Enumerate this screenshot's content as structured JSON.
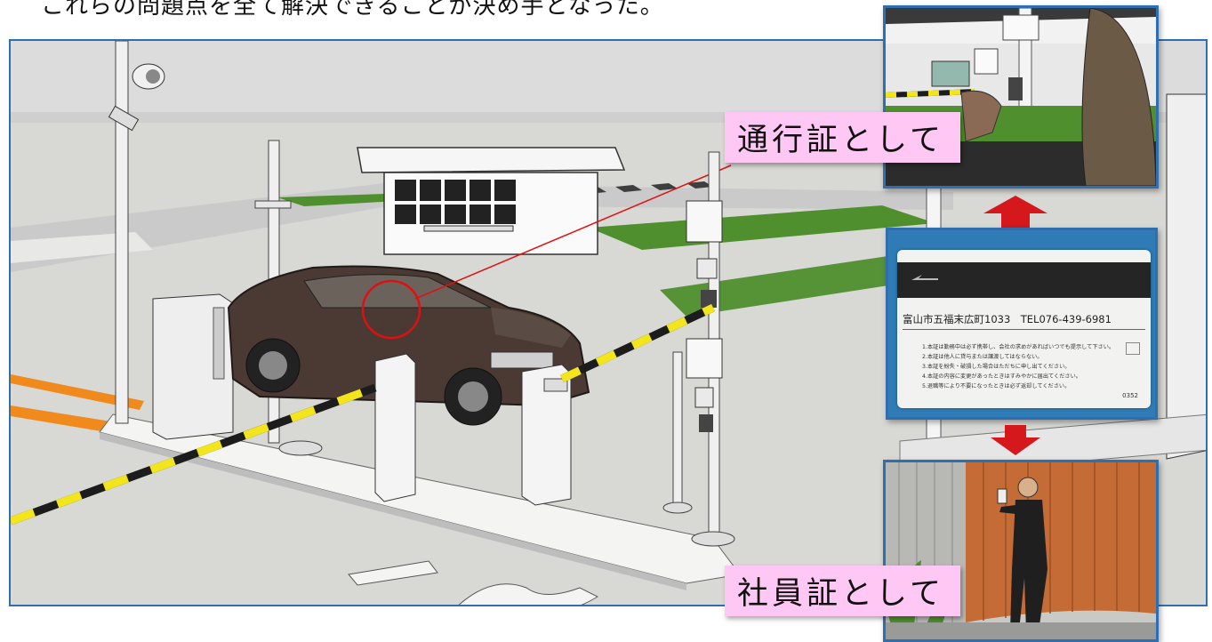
{
  "heading": "これらの問題点を全て解決できることが決め手となった。",
  "labels": {
    "pass": "通行証として",
    "employee_id": "社員証として"
  },
  "card": {
    "address": "富山市五福末広町1033　TEL076-439-6981",
    "rules": [
      "1.本証は勤務中は必ず携帯し、会社の求めがあればいつでも提示して下さい。",
      "2.本証は他人に貸与または譲渡してはならない。",
      "3.本証を紛失・破損した場合はただちに申し出てください。",
      "4.本証の内容に変更があったときはすみやかに届出てください。",
      "5.退職等により不要になったときは必ず返却してください。"
    ],
    "number": "0352"
  },
  "colors": {
    "frame_border": "#2f6fb0",
    "label_background": "#ffc8f4",
    "arrow_red": "#d4181c",
    "grass_green": "#4f8f2e",
    "car_brown": "#4a3a33",
    "barrier_yellow": "#f2e51b",
    "pointer_line": "#e01010"
  }
}
